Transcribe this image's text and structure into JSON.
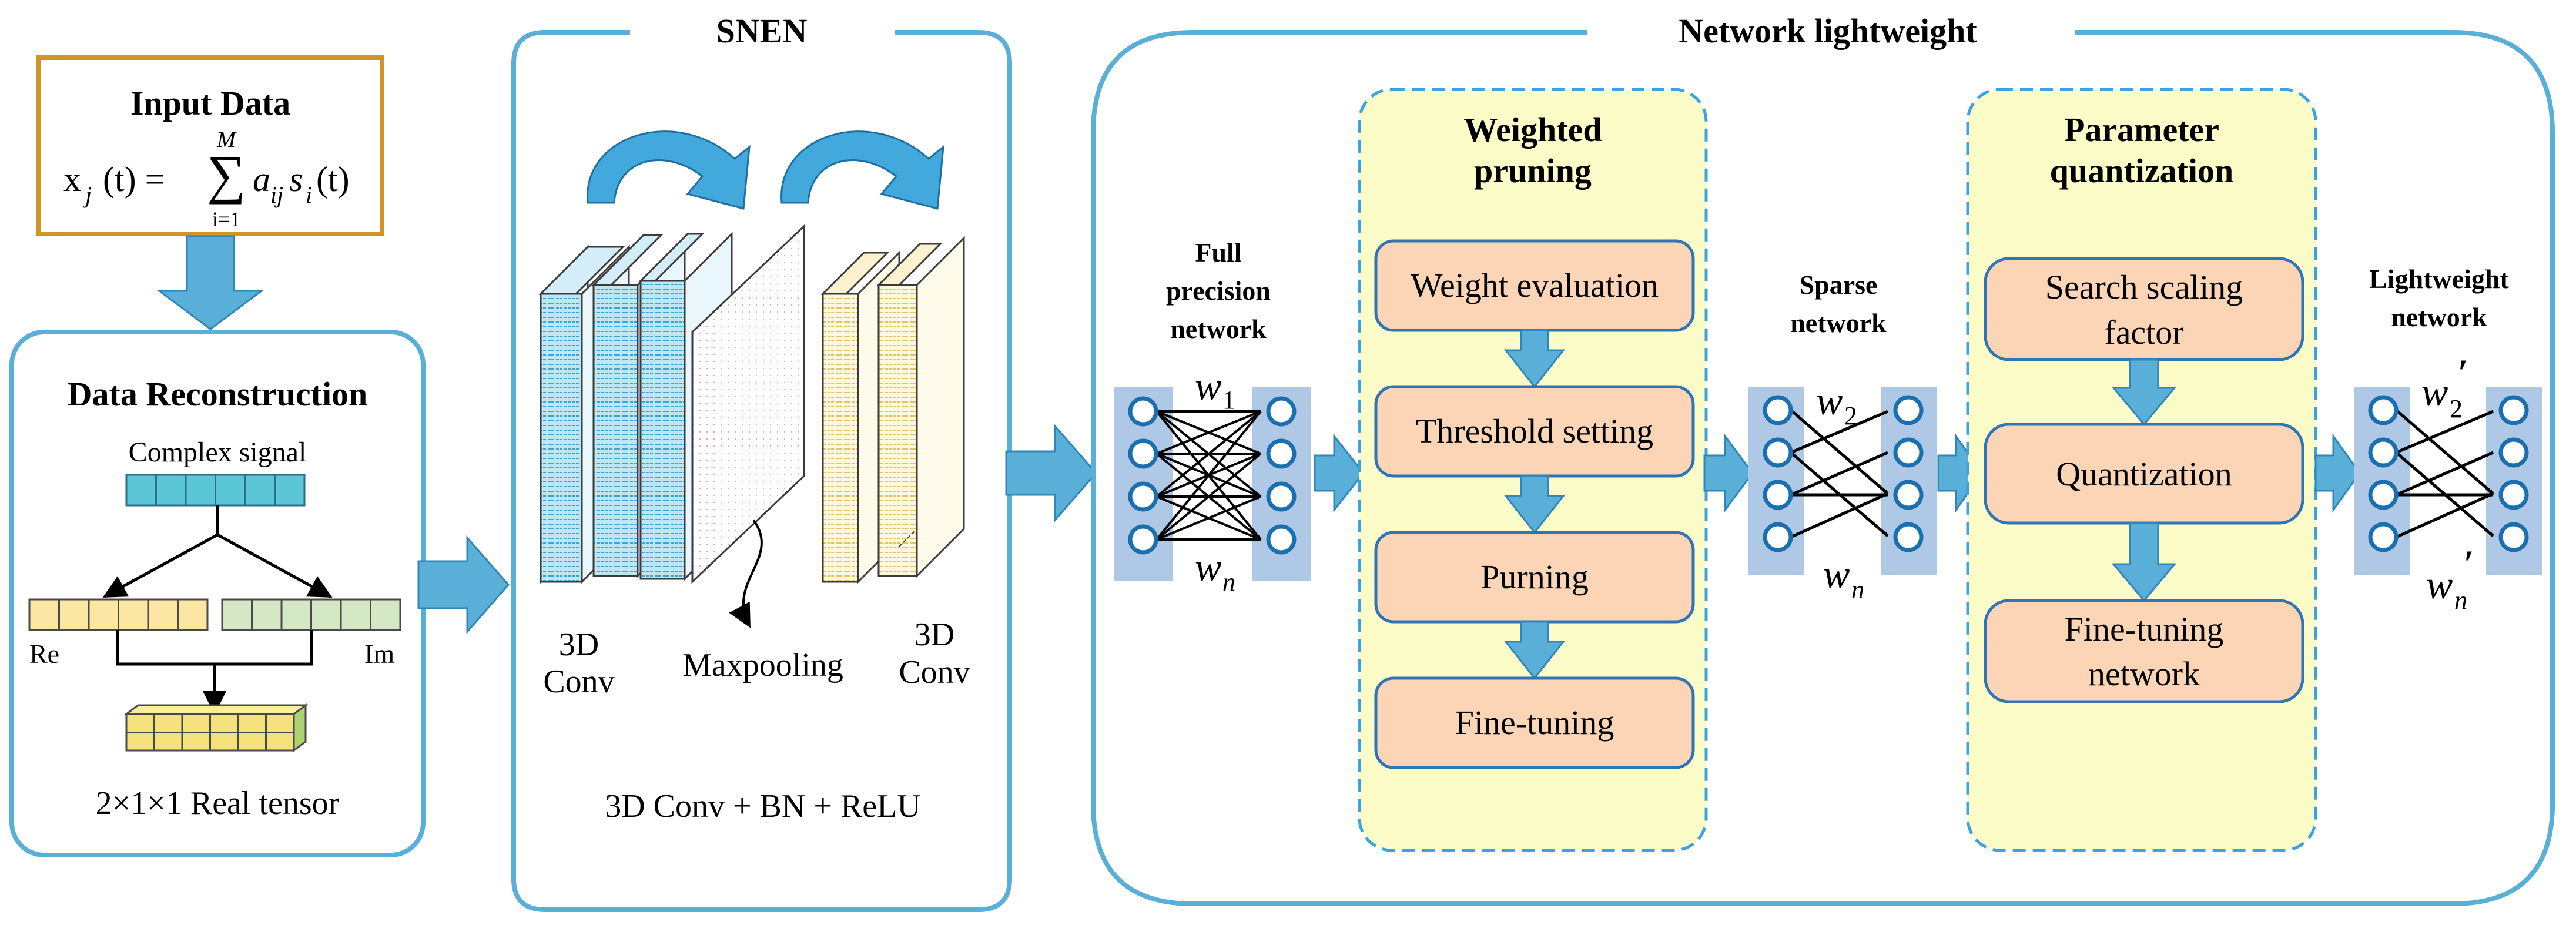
{
  "input": {
    "title": "Input Data",
    "formula": {
      "lhs": "x",
      "lhs_sub": "j",
      "lhs_arg": "(t) =",
      "sum_top": "M",
      "sum_bottom": "i=1",
      "a": "a",
      "a_sub": "ij",
      "s": "s",
      "s_sub": "i",
      "s_arg": "(t)"
    }
  },
  "reconstruction": {
    "title": "Data Reconstruction",
    "complex_label": "Complex signal",
    "re_label": "Re",
    "im_label": "Im",
    "tensor_label": "2×1×1 Real tensor"
  },
  "snen": {
    "title": "SNEN",
    "conv1_label_line1": "3D",
    "conv1_label_line2": "Conv",
    "maxpool_label": "Maxpooling",
    "conv2_label_line1": "3D",
    "conv2_label_line2": "Conv",
    "footer": "3D Conv + BN + ReLU"
  },
  "lightweight": {
    "title": "Network lightweight",
    "full_precision_label": [
      "Full",
      "precision",
      "network"
    ],
    "w1": "w",
    "w1_sub": "1",
    "wn": "w",
    "wn_sub": "n",
    "pruning": {
      "title": [
        "Weighted",
        "pruning"
      ],
      "steps": [
        "Weight evaluation",
        "Threshold setting",
        "Purning",
        "Fine-tuning"
      ]
    },
    "sparse_label": [
      "Sparse",
      "network"
    ],
    "w2": "w",
    "w2_sub": "2",
    "wn2": "w",
    "wn2_sub": "n",
    "quantization": {
      "title": [
        "Parameter",
        "quantization"
      ],
      "steps": [
        [
          "Search scaling",
          "factor"
        ],
        [
          "Quantization"
        ],
        [
          "Fine-tuning",
          "network"
        ]
      ]
    },
    "lightweight_label": [
      "Lightweight",
      "network"
    ],
    "w2p": "w",
    "w2p_sub": "2",
    "w2p_prime": "′",
    "wnp": "w",
    "wnp_sub": "n",
    "wnp_prime": "′"
  },
  "colors": {
    "frame_blue": "#5aafd8",
    "arrow_blue": "#5aafd8",
    "input_border": "#d29524",
    "step_fill": "#fbd5b5",
    "step_border": "#2e75b6",
    "group_fill": "#fcfcc9",
    "layer_blue": "#9fd8ee",
    "layer_yellow": "#fdf1c8",
    "node_band": "#aec8e6",
    "complex_cell": "#5bc6d6",
    "re_cell": "#fce6a3",
    "im_cell": "#d5e8c6",
    "tensor_cell": "#f6e27c"
  }
}
